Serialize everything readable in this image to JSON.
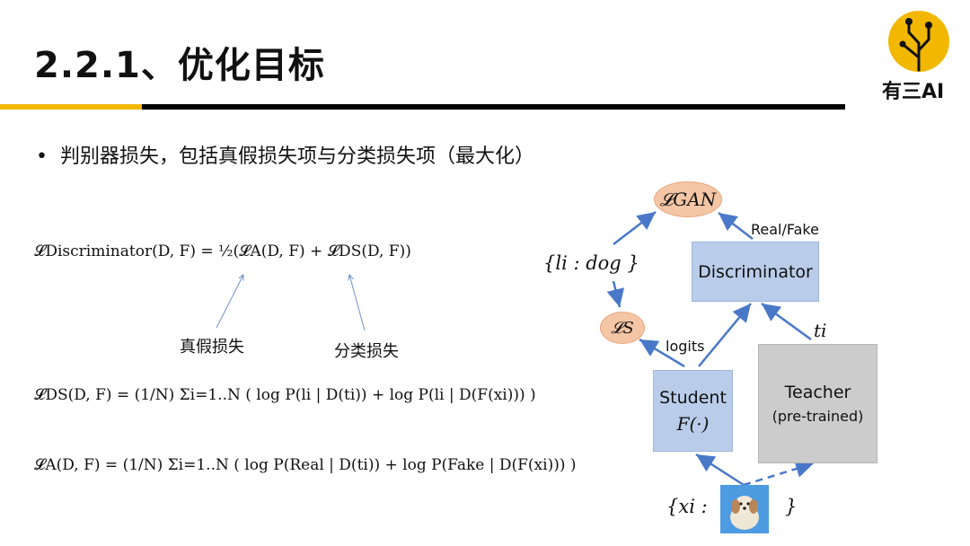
{
  "slide": {
    "title": "2.2.1、优化目标",
    "logo_text": "有三AI",
    "bullet": "判别器损失，包括真假损失项与分类损失项（最大化）"
  },
  "equations": {
    "disc_loss": "𝓛Discriminator(D, F) = ½(𝓛A(D, F) + 𝓛DS(D, F))",
    "ds_loss": "𝓛DS(D, F) = (1/N) Σi=1..N ( log P(li | D(ti)) + log P(li | D(F(xi))) )",
    "a_loss": "𝓛A(D, F) = (1/N) Σi=1..N ( log P(Real | D(ti)) + log P(Fake | D(F(xi))) )"
  },
  "annotations": {
    "real_fake_loss": "真假损失",
    "class_loss": "分类损失"
  },
  "diagram": {
    "l_gan": "𝓛GAN",
    "l_s": "𝓛S",
    "label_set": "{li : dog }",
    "real_fake": "Real/Fake",
    "discriminator": "Discriminator",
    "logits": "logits",
    "t_i": "ti",
    "student": "Student",
    "student_fn": "F(·)",
    "teacher": "Teacher",
    "teacher_note": "(pre-trained)",
    "input_set_open": "{xi :",
    "input_set_close": "}"
  },
  "colors": {
    "accent_yellow": "#f2b800",
    "box_blue": "#b9cdea",
    "box_gray": "#cccccc",
    "loss_orange": "#f5c6a5",
    "arrow_blue": "#4a78c8"
  }
}
